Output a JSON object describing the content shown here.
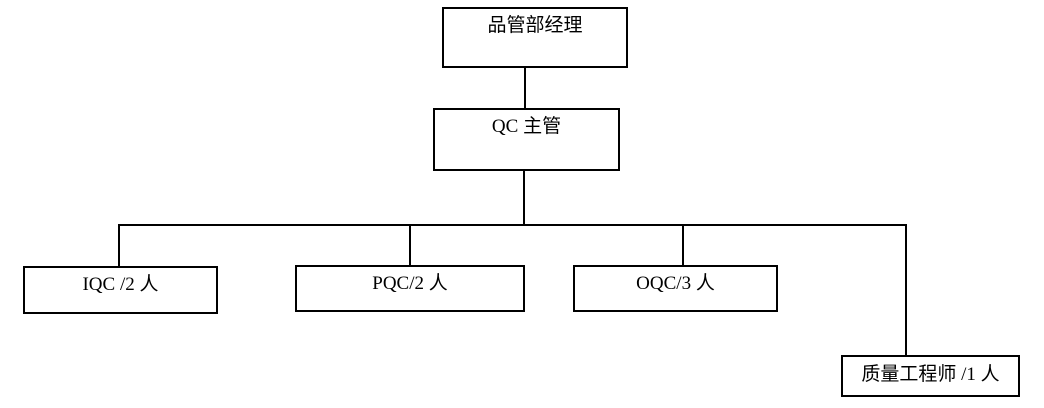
{
  "canvas": {
    "background_color": "#ffffff",
    "line_color": "#000000",
    "text_color": "#000000"
  },
  "org_chart": {
    "type": "org-hierarchy",
    "root": {
      "label": "品管部经理"
    },
    "supervisor": {
      "label": "QC 主管"
    },
    "teams": [
      {
        "label": "IQC /2 人"
      },
      {
        "label": "PQC/2 人"
      },
      {
        "label": "OQC/3 人"
      },
      {
        "label": "质量工程师 /1 人"
      }
    ]
  }
}
